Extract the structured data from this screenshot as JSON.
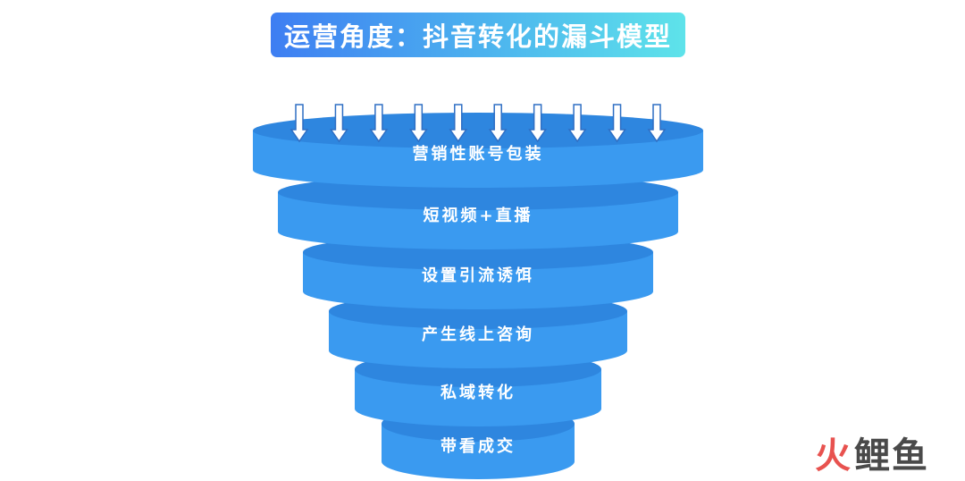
{
  "title": "运营角度：抖音转化的漏斗模型",
  "layers": [
    {
      "label": "营销性账号包装"
    },
    {
      "label": "短视频+直播"
    },
    {
      "label": "设置引流诱饵"
    },
    {
      "label": "产生线上咨询"
    },
    {
      "label": "私域转化"
    },
    {
      "label": "带看成交"
    }
  ],
  "watermark": {
    "fire": "火",
    "rest": "鲤鱼"
  },
  "colors": {
    "layer_top": "#2e86df",
    "layer_side": "#3a9af0",
    "arrow_fill": "#ffffff",
    "arrow_stroke": "#2f6fc4",
    "title_gradient": [
      "#3e7ef2",
      "#5ee3ea"
    ]
  },
  "arrow_icon": "down-arrow-icon",
  "arrow_count": 10
}
